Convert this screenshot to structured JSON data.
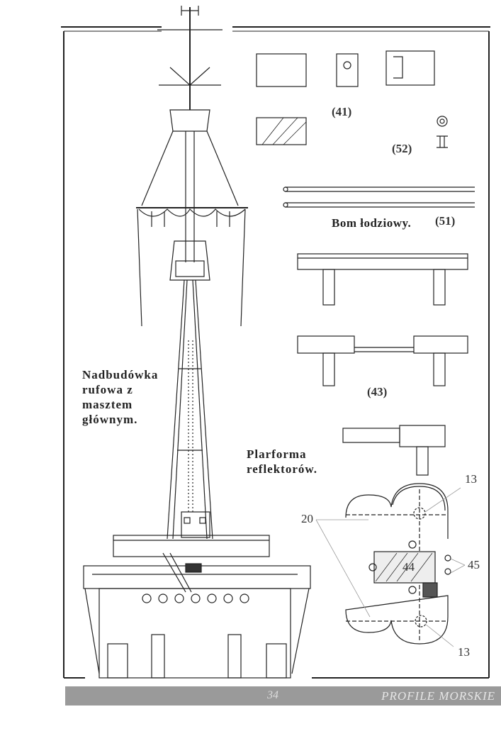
{
  "labels": {
    "part_41": "(41)",
    "part_52": "(52)",
    "boom_title": "Bom łodziowy.",
    "part_51": "(51)",
    "part_43": "(43)",
    "superstructure_title": [
      "Nadbudówka",
      "rufowa z",
      "masztem",
      "głównym."
    ],
    "platform_title": [
      "Plarforma",
      "reflektorów."
    ]
  },
  "callouts": {
    "c13_top": "13",
    "c20": "20",
    "c44": "44",
    "c45": "45",
    "c13_bottom": "13"
  },
  "footer": {
    "page_number": "34",
    "publication": "PROFILE MORSKIE"
  }
}
